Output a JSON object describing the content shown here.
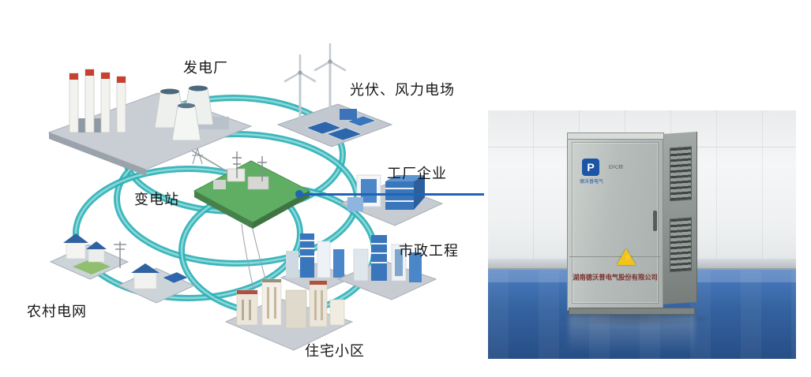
{
  "diagram": {
    "labels": {
      "power_plant": "发电厂",
      "pv_wind_farm": "光伏、风力电场",
      "factory": "工厂企业",
      "substation": "变电站",
      "municipal": "市政工程",
      "rural_grid": "农村电网",
      "residential": "住宅小区"
    },
    "colors": {
      "ring": "#2eb0b5",
      "connector": "#1f64b5",
      "substation_platform": "#5fae63",
      "building_blue": "#3a76bb"
    }
  },
  "photo": {
    "company_name": "湖南德沃普电气股份有限公司",
    "logo_glyph": "P",
    "logo_text": "德沃普电气",
    "model_label": "EPC柜",
    "warning_glyph": "⚡",
    "colors": {
      "floor": "#34629f",
      "cabinet": "#b6bcb9",
      "warning": "#f0c419"
    }
  }
}
